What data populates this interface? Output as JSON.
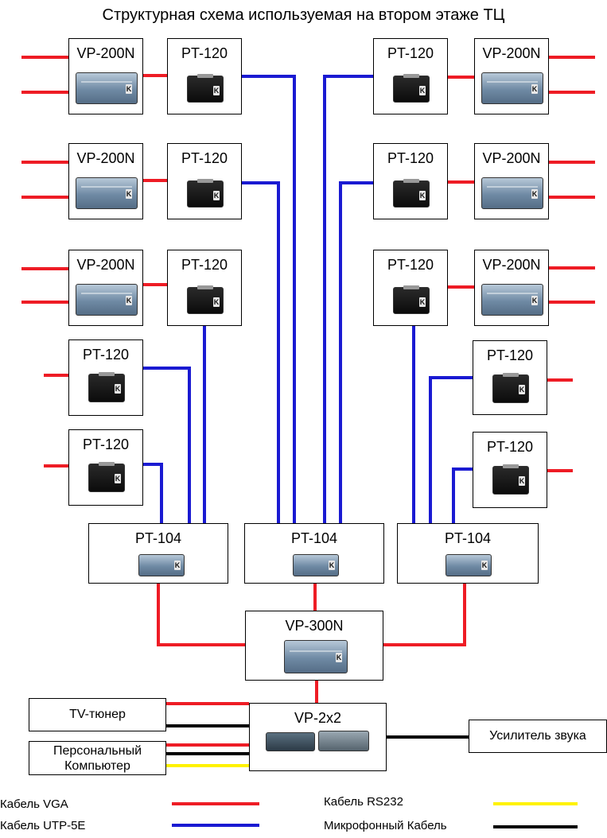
{
  "title": "Структурная схема используемая на втором этаже ТЦ",
  "colors": {
    "vga": "#ee1c25",
    "utp": "#1a1ad2",
    "rs232": "#fff200",
    "mic": "#000000"
  },
  "devices": {
    "vp200n": "VP-200N",
    "pt120": "PT-120",
    "pt104": "PT-104",
    "vp300n": "VP-300N",
    "vp2x2": "VP-2x2"
  },
  "sources": {
    "tv": "TV-тюнер",
    "pc": "Персональный Компьютер",
    "amp": "Усилитель звука"
  },
  "legend": {
    "vga": "Кабель  VGA",
    "utp": "Кабель UTP-5E",
    "rs232": "Кабель  RS232",
    "mic": "Микрофонный Кабель"
  }
}
